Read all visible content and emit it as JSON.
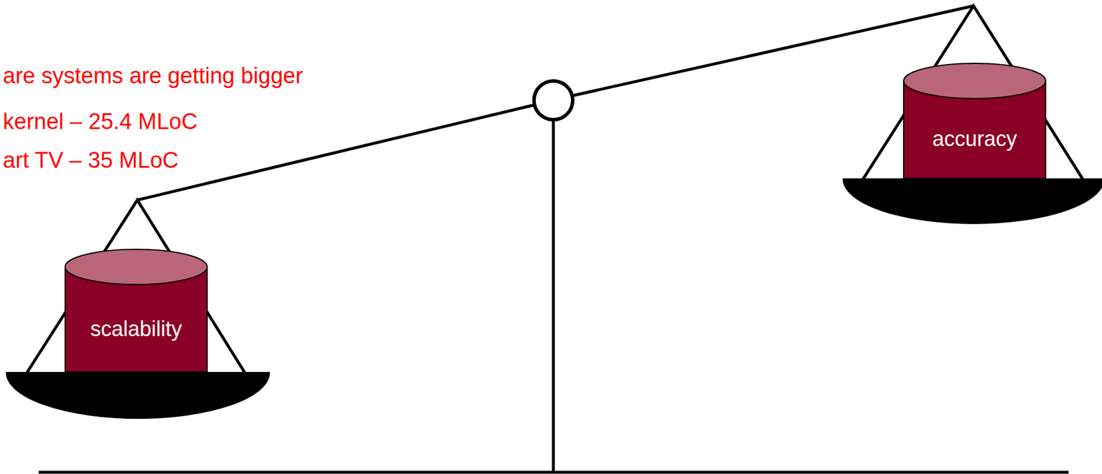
{
  "diagram": {
    "nodes": [
      {
        "text": [
          "scalability"
        ]
      },
      {
        "text": [
          "accuracy"
        ]
      }
    ],
    "labels": [
      "are systems are getting bigger",
      "kernel – 25.4 MLoC",
      "art TV – 35 MLoC"
    ]
  }
}
